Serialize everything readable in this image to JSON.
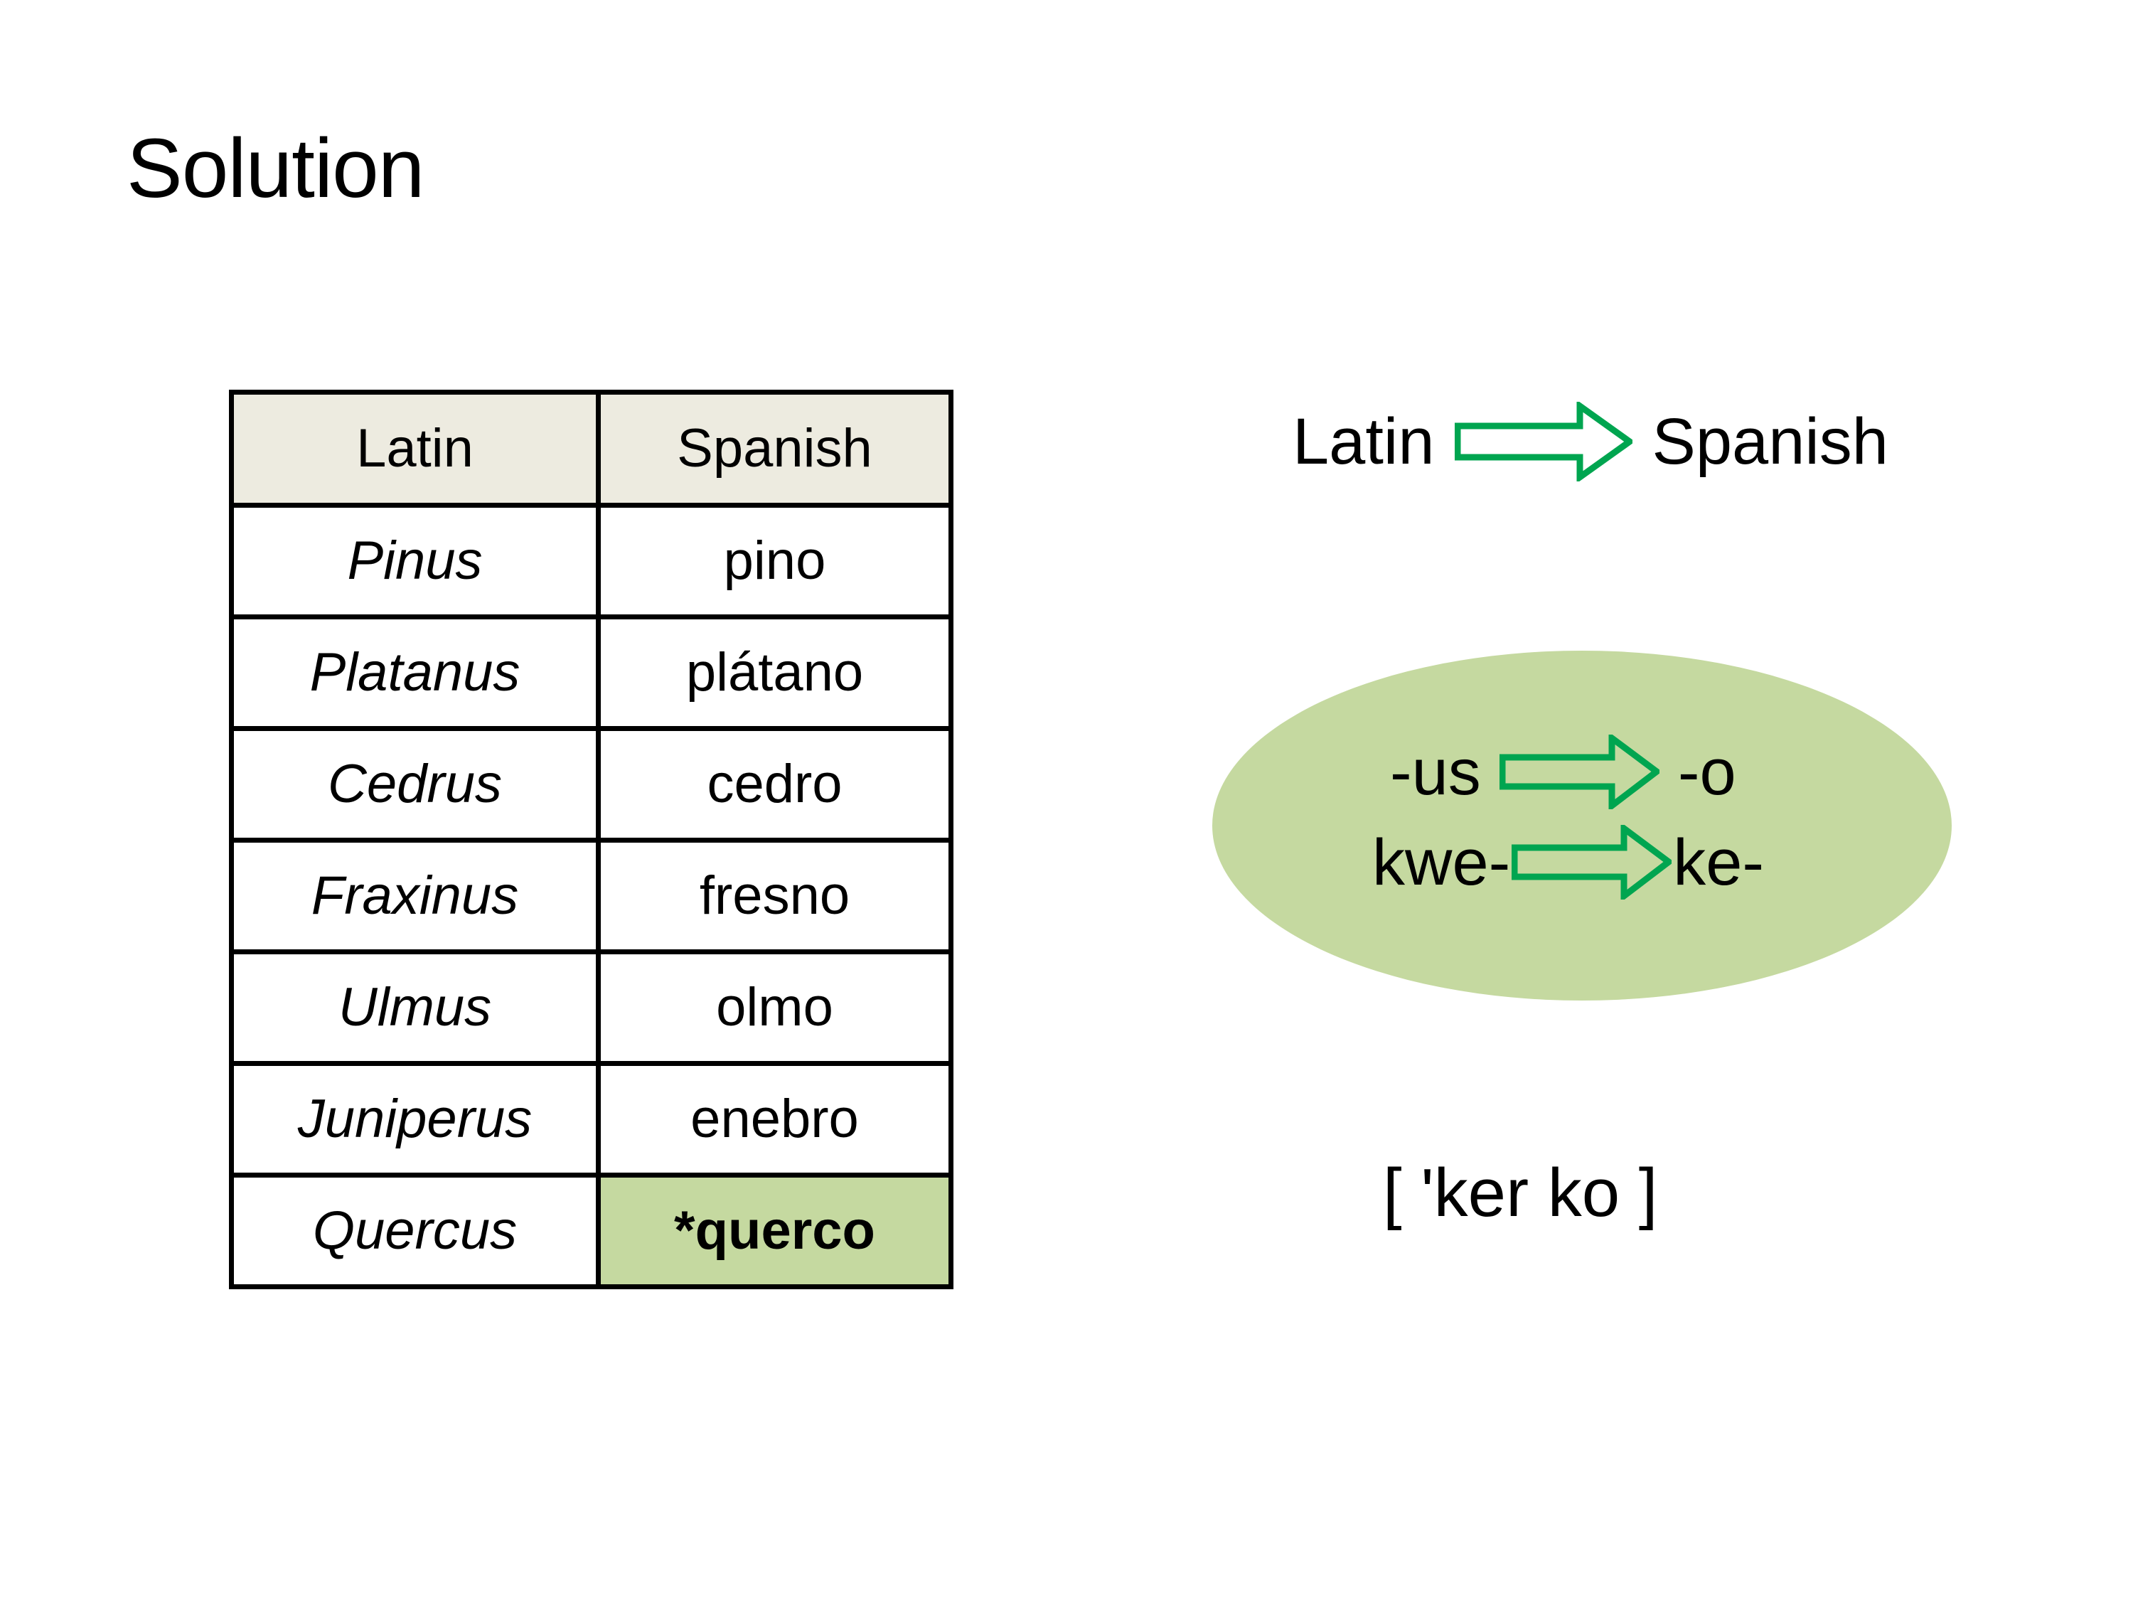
{
  "slide": {
    "title": "Solution",
    "background_color": "#FFFFFF"
  },
  "table": {
    "columns": [
      "Latin",
      "Spanish"
    ],
    "header_background": "#EDEBE0",
    "border_color": "#000000",
    "highlight_background": "#C5D9A0",
    "rows": [
      {
        "latin": "Pinus",
        "spanish": "pino",
        "highlight": false
      },
      {
        "latin": "Platanus",
        "spanish": "plátano",
        "highlight": false
      },
      {
        "latin": "Cedrus",
        "spanish": "cedro",
        "highlight": false
      },
      {
        "latin": "Fraxinus",
        "spanish": "fresno",
        "highlight": false
      },
      {
        "latin": "Ulmus",
        "spanish": "olmo",
        "highlight": false
      },
      {
        "latin": "Juniperus",
        "spanish": "enebro",
        "highlight": false
      },
      {
        "latin": "Quercus",
        "spanish": "*querco",
        "highlight": true
      }
    ]
  },
  "rules": {
    "arrow_color": "#00A550",
    "direction": {
      "source": "Latin",
      "target": "Spanish"
    },
    "ellipse_background": "#C5D9A0",
    "sound_changes": [
      {
        "from": "-us",
        "to": "-o"
      },
      {
        "from": "kwe-",
        "to": "ke-"
      }
    ]
  },
  "phonetic": {
    "transcription": "[ 'ker ko ]"
  },
  "icons": {
    "arrow": "right-block-arrow-icon"
  }
}
